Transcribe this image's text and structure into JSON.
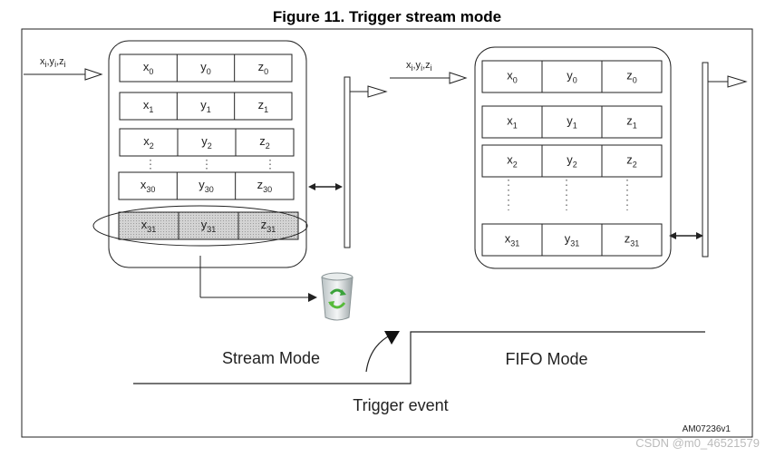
{
  "figure": {
    "title": "Figure 11. Trigger stream mode",
    "doc_id": "AM07236v1",
    "watermark": "CSDN @m0_46521579"
  },
  "input_label": "xi,yi,zi",
  "left_fifo": {
    "rows": [
      [
        "x0",
        "y0",
        "z0"
      ],
      [
        "x1",
        "y1",
        "z1"
      ],
      [
        "x2",
        "y2",
        "z2"
      ],
      [
        "x30",
        "y30",
        "z30"
      ],
      [
        "x31",
        "y31",
        "z31"
      ]
    ]
  },
  "right_fifo": {
    "rows": [
      [
        "x0",
        "y0",
        "z0"
      ],
      [
        "x1",
        "y1",
        "z1"
      ],
      [
        "x2",
        "y2",
        "z2"
      ],
      [
        "x31",
        "y31",
        "z31"
      ]
    ]
  },
  "timeline": {
    "left_label": "Stream Mode",
    "right_label": "FIFO Mode",
    "trigger_label": "Trigger event"
  },
  "icons": {
    "trash": "recycle-bin-icon"
  },
  "colors": {
    "discard_row": "#cfcfcf",
    "line": "#222222"
  }
}
